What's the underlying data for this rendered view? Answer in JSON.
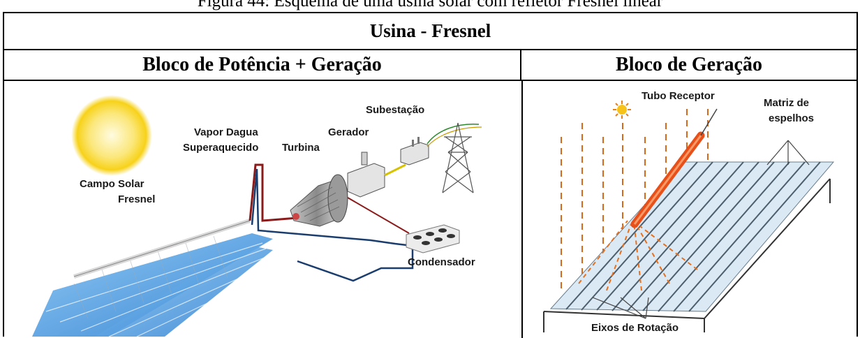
{
  "caption": "Figura 44: Esquema de uma usina solar com refletor Fresnel linear",
  "table": {
    "title": "Usina - Fresnel",
    "left_header": "Bloco de Potência + Geração",
    "right_header": "Bloco de Geração"
  },
  "left_panel": {
    "labels": {
      "campo_line1": "Campo Solar",
      "campo_line2": "Fresnel",
      "vapor_line1": "Vapor Dagua",
      "vapor_line2": "Superaquecido",
      "turbina": "Turbina",
      "gerador": "Gerador",
      "subestacao": "Subestação",
      "condensador": "Condensador"
    }
  },
  "right_panel": {
    "labels": {
      "tubo_receptor": "Tubo Receptor",
      "matriz_line1": "Matriz de",
      "matriz_line2": "espelhos",
      "eixos": "Eixos de Rotação"
    }
  },
  "colors": {
    "sun": "#f7d21a",
    "mirror": "#4a9be0",
    "pipe_hot": "#8b1a1a",
    "pipe_cold": "#1a3d6e",
    "receiver": "#e8501a",
    "ray": "#d2691e"
  }
}
